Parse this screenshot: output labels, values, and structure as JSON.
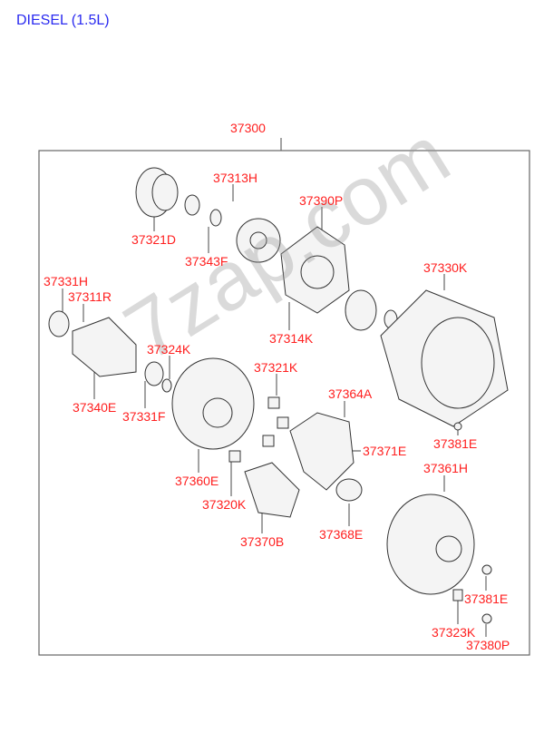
{
  "header": {
    "title": "DIESEL (1.5L)"
  },
  "assembly": {
    "part_no": "37300"
  },
  "parts": {
    "p37313H": "37313H",
    "p37390P": "37390P",
    "p37321D": "37321D",
    "p37343F": "37343F",
    "p37330K": "37330K",
    "p37331H": "37331H",
    "p37311R": "37311R",
    "p37324K": "37324K",
    "p37314K": "37314K",
    "p37321K": "37321K",
    "p37340E": "37340E",
    "p37331F": "37331F",
    "p37364A": "37364A",
    "p37381E_a": "37381E",
    "p37371E": "37371E",
    "p37360E": "37360E",
    "p37361H": "37361H",
    "p37320K": "37320K",
    "p37368E": "37368E",
    "p37370B": "37370B",
    "p37381E_b": "37381E",
    "p37323K": "37323K",
    "p37380P": "37380P"
  },
  "watermark": "7zap.com",
  "colors": {
    "title": "#2a2af0",
    "label": "#ff2020",
    "line": "#555555"
  }
}
